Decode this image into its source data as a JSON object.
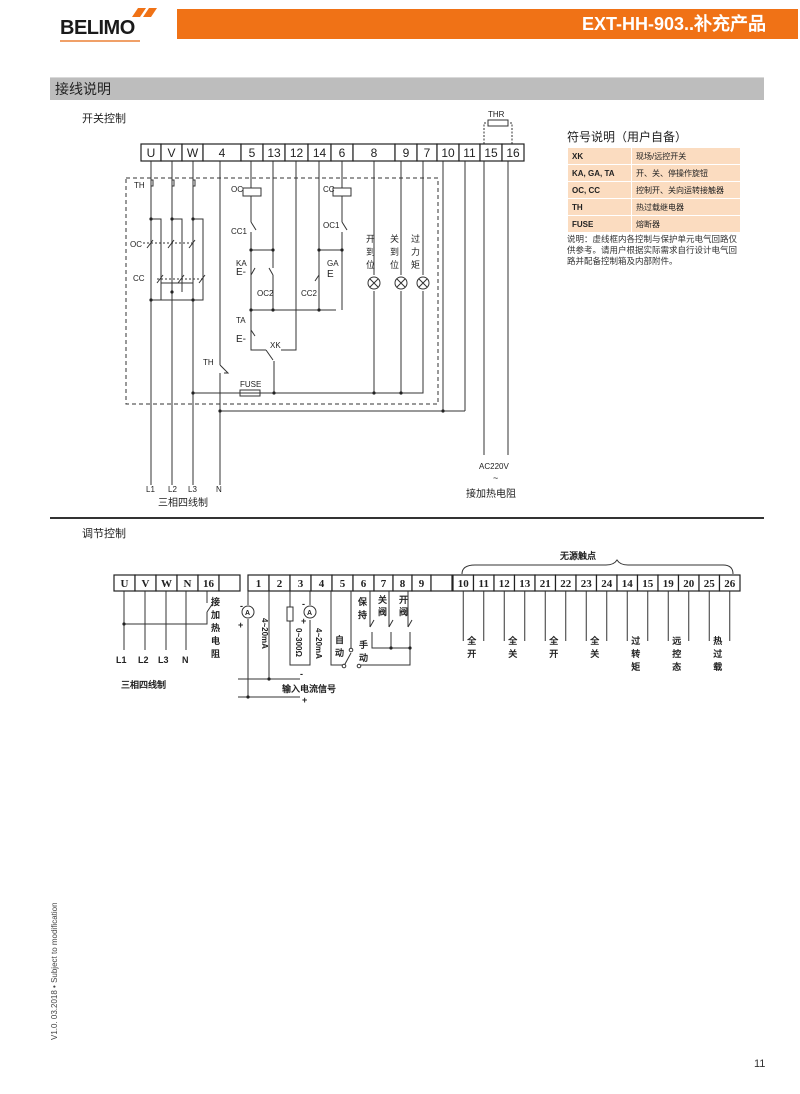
{
  "header": {
    "logo_text": "BELIMO",
    "title": "EXT-HH-903..补充产品",
    "brand_color": "#f07216"
  },
  "section": {
    "title": "接线说明"
  },
  "switch_control": {
    "title": "开关控制",
    "terminals": [
      "U",
      "V",
      "W",
      "4",
      "5",
      "13",
      "12",
      "14",
      "6",
      "8",
      "9",
      "7",
      "10",
      "11",
      "15",
      "16"
    ],
    "thr_label": "THR",
    "component_labels": {
      "th_top": "TH",
      "oc_main": "OC",
      "cc_main": "CC",
      "oc_coil": "OC",
      "cc1": "CC1",
      "ka": "KA",
      "oc2": "OC2",
      "ta": "TA",
      "xk": "XK",
      "cc_coil": "CC",
      "oc1": "OC1",
      "ga": "GA",
      "cc2": "CC2",
      "th_bottom": "TH",
      "fuse": "FUSE"
    },
    "lamps": [
      {
        "label": [
          "开",
          "到",
          "位"
        ]
      },
      {
        "label": [
          "关",
          "到",
          "位"
        ]
      },
      {
        "label": [
          "过",
          "力",
          "矩"
        ]
      }
    ],
    "supply_labels": [
      "L1",
      "L2",
      "L3",
      "N"
    ],
    "supply_caption": "三相四线制",
    "heater_voltage": "AC220V",
    "heater_tilde": "~",
    "heater_caption": "接加热电阻"
  },
  "legend": {
    "title": "符号说明（用户自备）",
    "rows": [
      {
        "key": "XK",
        "value": "现场/远控开关"
      },
      {
        "key": "KA, GA, TA",
        "value": "开、关、停操作旋钮"
      },
      {
        "key": "OC, CC",
        "value": "控制开、关向运转接触器"
      },
      {
        "key": "TH",
        "value": "热过载继电器"
      },
      {
        "key": "FUSE",
        "value": "熔断器"
      }
    ],
    "note": "说明：虚线框内各控制与保护单元电气回路仅供参考。请用户根据实际需求自行设计电气回路并配备控制箱及内部附件。"
  },
  "modulating_control": {
    "title": "调节控制",
    "left_terminals": [
      "U",
      "V",
      "W",
      "N",
      "16",
      "",
      "1",
      "2",
      "3",
      "4",
      "5",
      "6",
      "7",
      "8",
      "9",
      ""
    ],
    "supply_labels": [
      "L1",
      "L2",
      "L3",
      "N"
    ],
    "supply_caption": "三相四线制",
    "heater_label": [
      "接",
      "加",
      "热",
      "电",
      "阻"
    ],
    "ammeter_symbol": "A",
    "current_range_1": "4~20mA",
    "resistance_range": "0~300Ω",
    "current_range_2": "4~20mA",
    "auto_label": [
      "自",
      "动"
    ],
    "manual_label": [
      "手",
      "动"
    ],
    "hold_label": [
      "保",
      "持"
    ],
    "close_valve_label": [
      "关",
      "阀"
    ],
    "open_valve_label": [
      "开",
      "阀"
    ],
    "signal_caption": "输入电流信号",
    "minus": "-",
    "plus": "+",
    "dry_contact_title": "无源触点",
    "right_terminals": [
      "10",
      "11",
      "12",
      "13",
      "21",
      "22",
      "23",
      "24",
      "14",
      "15",
      "19",
      "20",
      "25",
      "26"
    ],
    "contact_labels": [
      [
        "全",
        "开"
      ],
      [
        "全",
        "关"
      ],
      [
        "全",
        "开"
      ],
      [
        "全",
        "关"
      ],
      [
        "过",
        "转",
        "矩"
      ],
      [
        "远",
        "控",
        "态"
      ],
      [
        "热",
        "过",
        "载"
      ]
    ]
  },
  "footer": {
    "version": "V1.0. 03.2018 • Subject to modification",
    "page_number": "11"
  }
}
